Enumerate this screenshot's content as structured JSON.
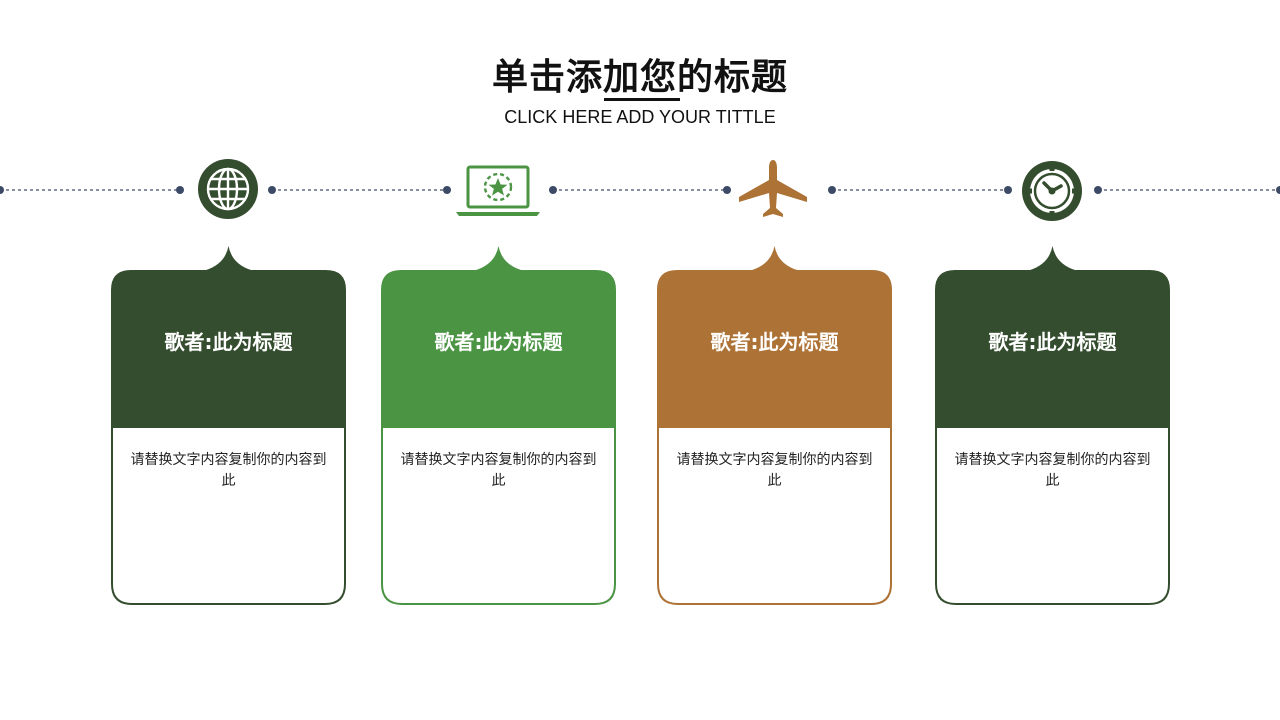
{
  "header": {
    "title": "单击添加您的标题",
    "subtitle": "CLICK HERE ADD YOUR TITTLE"
  },
  "theme": {
    "dark_green": "#344d2e",
    "green": "#4b9444",
    "brown": "#ad7235",
    "dot_color": "#3d4a66"
  },
  "icons": [
    "globe-icon",
    "laptop-icon",
    "airplane-icon",
    "clock-icon"
  ],
  "cards": [
    {
      "title": "歌者:此为标题",
      "body": "请替换文字内容复制你的内容到此",
      "color": "#344d2e"
    },
    {
      "title": "歌者:此为标题",
      "body": "请替换文字内容复制你的内容到此",
      "color": "#4b9444"
    },
    {
      "title": "歌者:此为标题",
      "body": "请替换文字内容复制你的内容到此",
      "color": "#ad7235"
    },
    {
      "title": "歌者:此为标题",
      "body": "请替换文字内容复制你的内容到此",
      "color": "#344d2e"
    }
  ]
}
